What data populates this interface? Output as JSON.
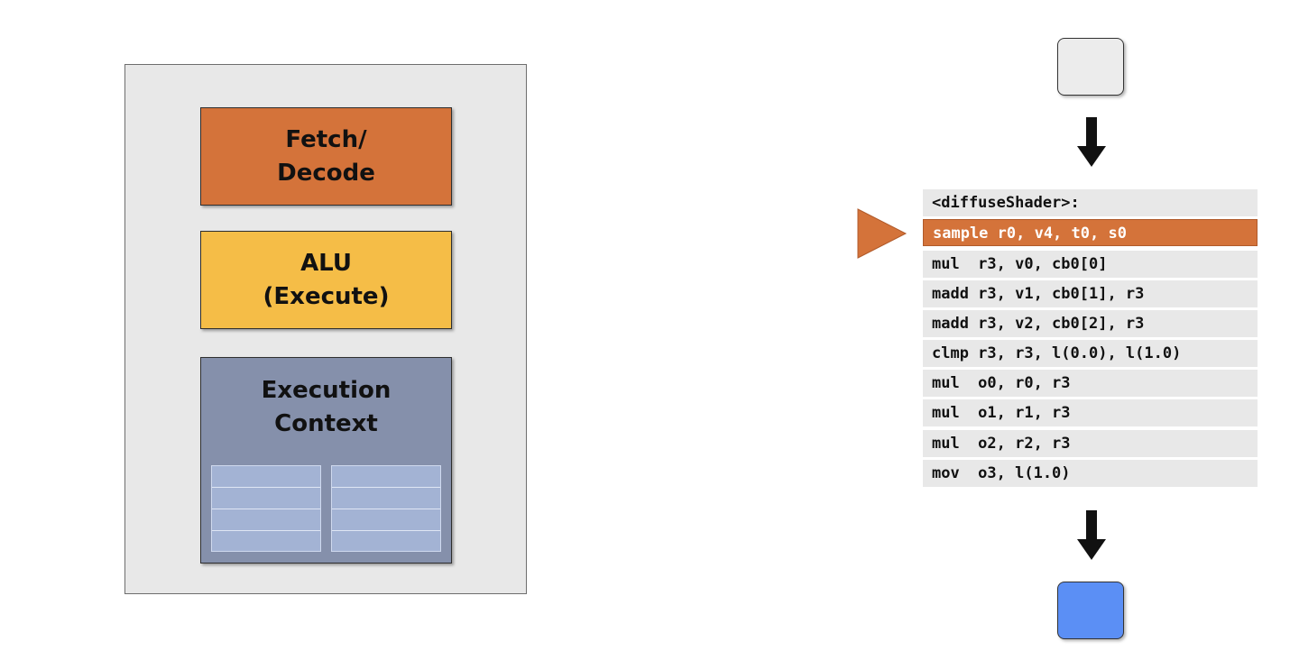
{
  "core": {
    "fetch_decode": [
      "Fetch/",
      "Decode"
    ],
    "alu": [
      "ALU",
      "(Execute)"
    ],
    "execution_context": [
      "Execution",
      "Context"
    ]
  },
  "shader": {
    "title": "<diffuseShader>:",
    "active_index": 0,
    "instructions": [
      "sample r0, v4, t0, s0",
      "mul  r3, v0, cb0[0]",
      "madd r3, v1, cb0[1], r3",
      "madd r3, v2, cb0[2], r3",
      "clmp r3, r3, l(0.0), l(1.0)",
      "mul  o0, r0, r3",
      "mul  o1, r1, r3",
      "mul  o2, r2, r3",
      "mov  o3, l(1.0)"
    ]
  },
  "colors": {
    "fetch": "#d4733a",
    "alu": "#f5bd47",
    "context": "#8590ab",
    "register": "#a3b3d4",
    "input_box": "#ececec",
    "output_box": "#5b8ff5",
    "pointer": "#d4733a"
  },
  "icons": [
    "down-arrow-icon",
    "instruction-pointer-icon"
  ]
}
